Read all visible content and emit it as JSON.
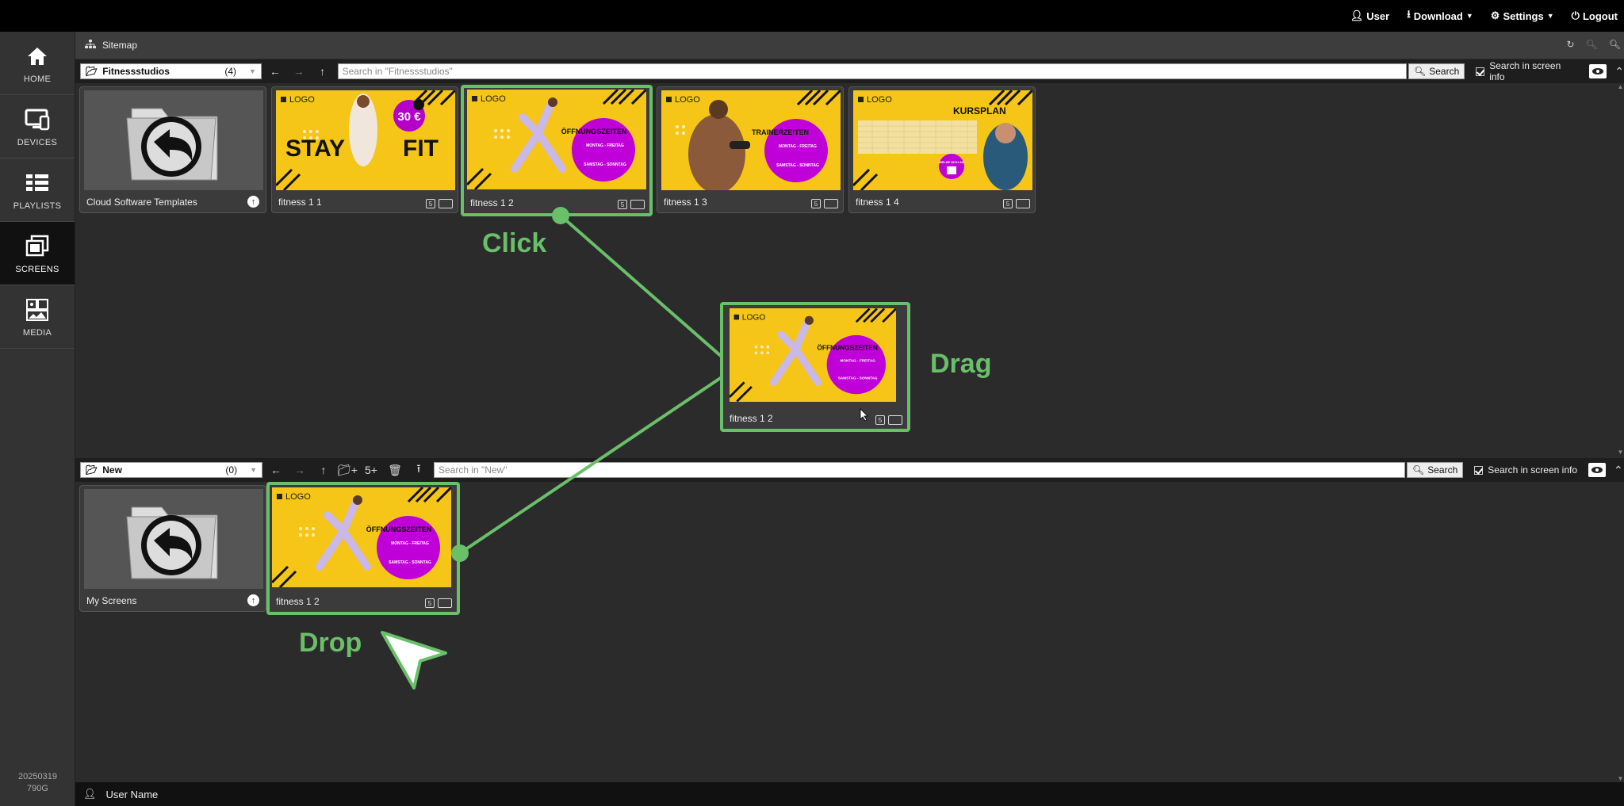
{
  "topmenu": {
    "user": "User",
    "download": "Download",
    "settings": "Settings",
    "logout": "Logout"
  },
  "sidebar": {
    "items": [
      {
        "label": "HOME",
        "icon": "home-icon"
      },
      {
        "label": "DEVICES",
        "icon": "devices-icon"
      },
      {
        "label": "PLAYLISTS",
        "icon": "playlists-icon"
      },
      {
        "label": "SCREENS",
        "icon": "screens-icon",
        "active": true
      },
      {
        "label": "MEDIA",
        "icon": "media-icon"
      }
    ],
    "version_line1": "20250319",
    "version_line2": "790G"
  },
  "sitemap": {
    "label": "Sitemap"
  },
  "top_pane": {
    "folder": "Fitnessstudios",
    "count": "(4)",
    "search_placeholder": "Search in \"Fitnessstudios\"",
    "search_button": "Search",
    "search_in_screen_info": "Search in screen info",
    "back_card": "Cloud Software Templates",
    "cards": [
      {
        "caption": "fitness 1 1",
        "theme": "stay-fit",
        "headline_left": "STAY",
        "headline_right": "FIT",
        "price": "30 €"
      },
      {
        "caption": "fitness 1 2",
        "theme": "yoga",
        "headline": "ÖFFNUNGSZEITEN",
        "line1": "MONTAG - FREITAG",
        "line2": "SAMSTAG - SONNTAG"
      },
      {
        "caption": "fitness 1 3",
        "theme": "trainer",
        "headline": "TRAINERZEITEN",
        "line1": "MONTAG - FREITAG",
        "line2": "SAMSTAG - SONNTAG"
      },
      {
        "caption": "fitness 1 4",
        "theme": "kursplan",
        "headline": "KURSPLAN",
        "line1": "MELDE DICH AN"
      }
    ],
    "logo": "LOGO"
  },
  "drag_card": {
    "caption": "fitness 1 2"
  },
  "bottom_pane": {
    "folder": "New",
    "count": "(0)",
    "search_placeholder": "Search in \"New\"",
    "search_button": "Search",
    "search_in_screen_info": "Search in screen info",
    "back_card": "My Screens",
    "cards": [
      {
        "caption": "fitness 1 2"
      }
    ]
  },
  "annotations": {
    "click": "Click",
    "drag": "Drag",
    "drop": "Drop",
    "color": "#6abf69"
  },
  "footer": {
    "user_name": "User Name"
  }
}
